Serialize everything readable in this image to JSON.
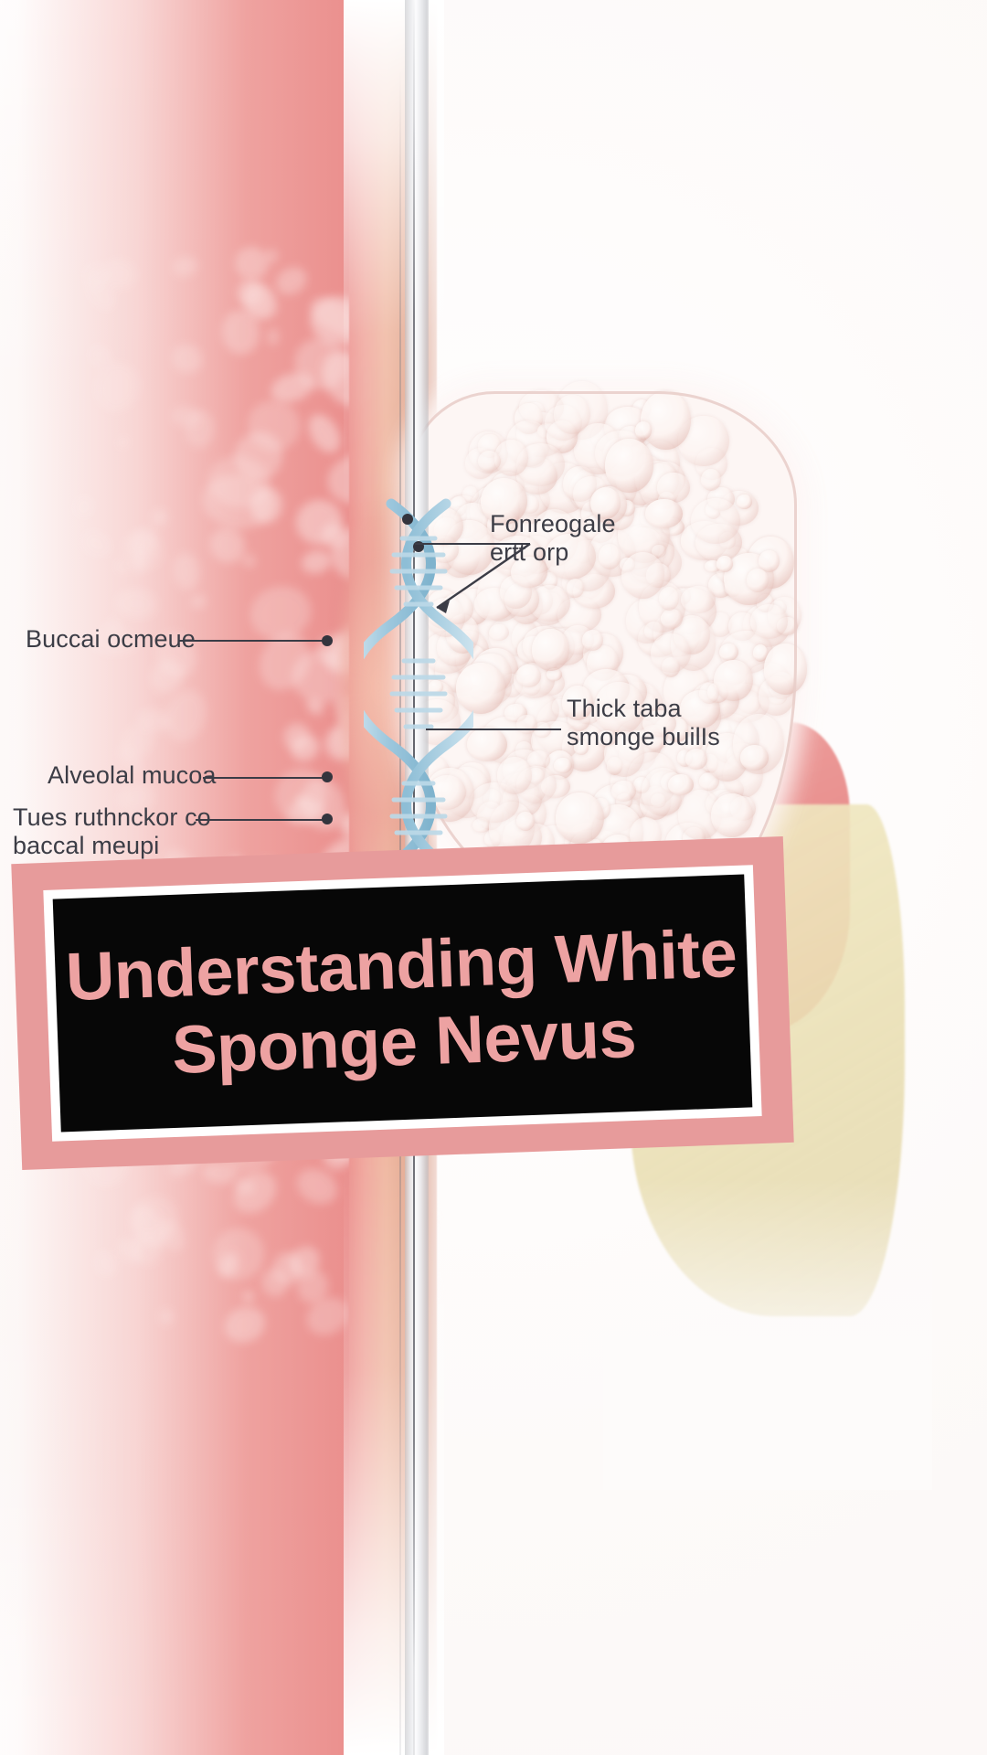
{
  "poster": {
    "title_line_1": "Understanding White",
    "title_line_2": "Sponge Nevus",
    "title_color": "#eda2a2",
    "banner_frame_color": "#e79b9b",
    "banner_inner_color": "#ffffff",
    "banner_background_color": "#070707",
    "background_color": "#fdfbfa"
  },
  "illustration": {
    "type": "oral-mucosa-cross-section",
    "accent_tissue_color": "#ec928f",
    "lesion_color": "#fdf6f4",
    "dna_color": "#a8cede",
    "bone_color": "#ece2b2",
    "leader_line_color": "#3b3c46"
  },
  "labels": {
    "left": [
      {
        "id": "buccal-mucosa",
        "text": "Buccai ocmeue"
      },
      {
        "id": "alveolar-mucosa",
        "text": "Alveolal mucoa"
      },
      {
        "id": "tissue-thickening",
        "text": "Tues ruthnckor co\nbaccal meupi"
      }
    ],
    "right": [
      {
        "id": "keratin-granule",
        "text": "Fonreogale\nertt orp"
      },
      {
        "id": "thick-spongy-buildup",
        "text": "Thick taba\nsmonge builIs"
      }
    ]
  }
}
